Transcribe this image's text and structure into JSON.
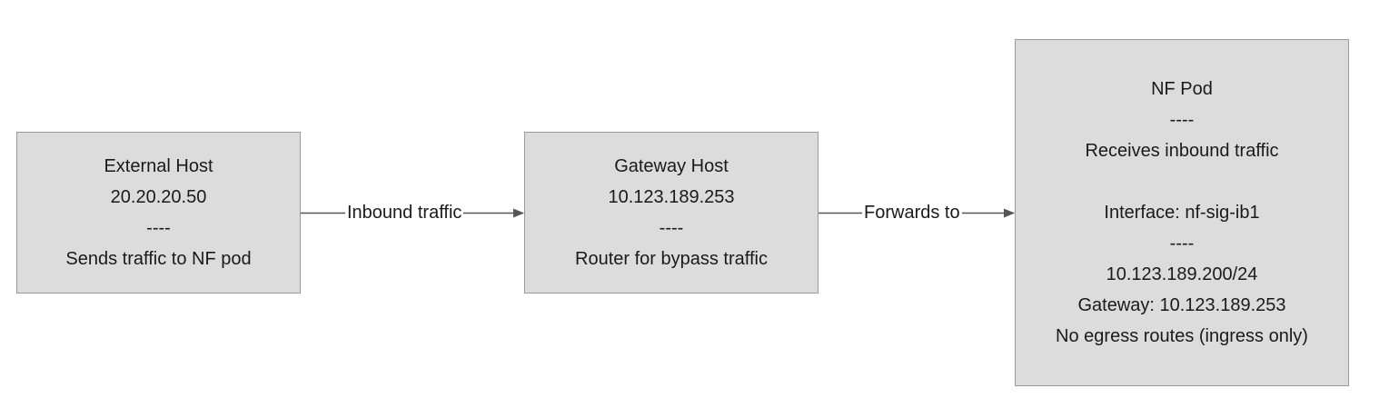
{
  "nodes": {
    "external_host": {
      "lines": [
        "External Host",
        "20.20.20.50",
        "----",
        "Sends traffic to NF pod"
      ]
    },
    "gateway_host": {
      "lines": [
        "Gateway Host",
        "10.123.189.253",
        "----",
        "Router for bypass traffic"
      ]
    },
    "nf_pod": {
      "lines": [
        "NF Pod",
        "----",
        "Receives inbound traffic",
        "",
        "Interface: nf-sig-ib1",
        "----",
        "10.123.189.200/24",
        "Gateway: 10.123.189.253",
        "No egress routes (ingress only)"
      ]
    }
  },
  "edges": [
    {
      "from": "External Host",
      "to": "Gateway Host",
      "label": "Inbound traffic"
    },
    {
      "from": "Gateway Host",
      "to": "NF Pod",
      "label": "Forwards to"
    }
  ],
  "colors": {
    "node_fill": "#dcdcdc",
    "node_border": "#9a9a9a",
    "edge_stroke": "#555555"
  }
}
